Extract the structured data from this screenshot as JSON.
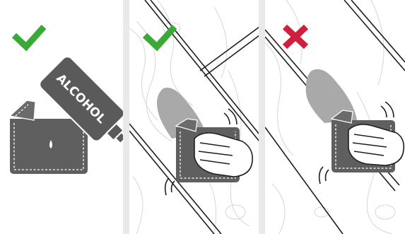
{
  "panels": [
    {
      "id": "cleaning",
      "status": "correct",
      "status_icon": "check-icon",
      "bottle_label": "ALCOHOL"
    },
    {
      "id": "wipe-along-boards",
      "status": "correct",
      "status_icon": "check-icon"
    },
    {
      "id": "wipe-across-boards",
      "status": "incorrect",
      "status_icon": "cross-icon"
    }
  ],
  "colors": {
    "check": "#3aa935",
    "cross": "#d01f3c",
    "cloth": "#5f5f5f",
    "cloth_stitch": "#ffffff",
    "stain": "#a9a9a9",
    "outline": "#1e1e1e",
    "wood_grain": "#d6d6d6",
    "divider": "#e9e9e9"
  }
}
